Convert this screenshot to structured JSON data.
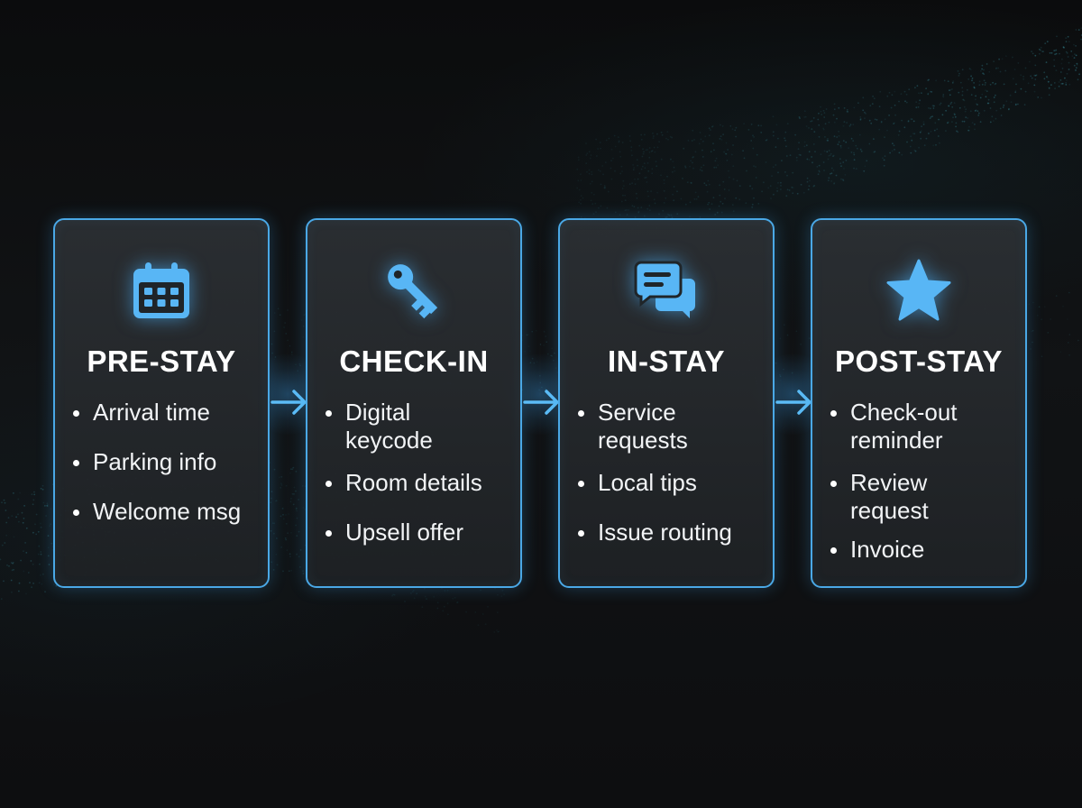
{
  "stages": [
    {
      "title": "PRE-STAY",
      "icon": "calendar-icon",
      "items": [
        "Arrival time",
        "Parking info",
        "Welcome msg"
      ]
    },
    {
      "title": "CHECK-IN",
      "icon": "key-icon",
      "items": [
        "Digital keycode",
        "Room details",
        "Upsell offer"
      ]
    },
    {
      "title": "IN-STAY",
      "icon": "chat-bubbles-icon",
      "items": [
        "Service requests",
        "Local tips",
        "Issue routing"
      ]
    },
    {
      "title": "POST-STAY",
      "icon": "star-icon",
      "items": [
        "Check-out reminder",
        "Review request",
        "Invoice"
      ]
    }
  ],
  "colors": {
    "accent": "#4aa8e6",
    "card_border": "#4aa8e6",
    "icon_fill": "#58b6f5",
    "background": "#0c0d0e",
    "text": "#ffffff"
  }
}
